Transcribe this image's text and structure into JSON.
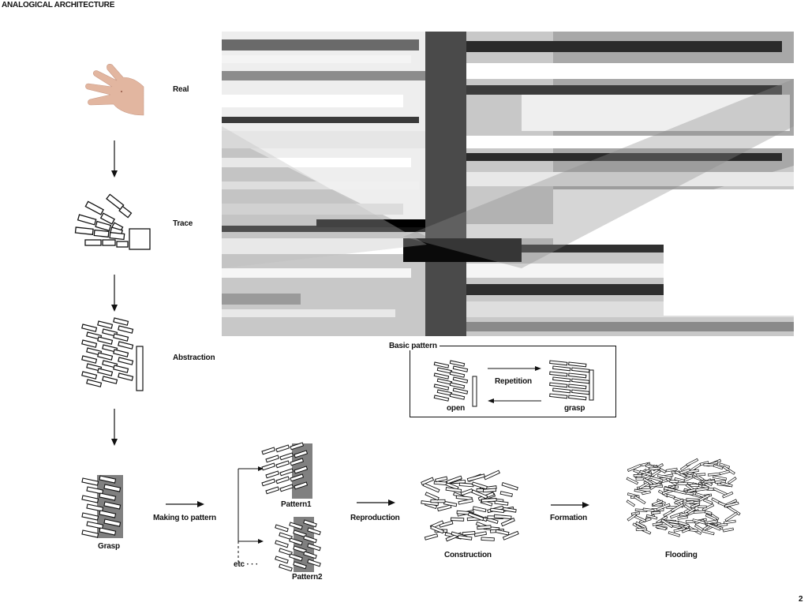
{
  "header": {
    "title": "ANALOGICAL ARCHITECTURE",
    "page_number": "2"
  },
  "stages": {
    "real": "Real",
    "trace": "Trace",
    "abstraction": "Abstraction"
  },
  "basic_pattern": {
    "title": "Basic pattern",
    "repetition": "Repetition",
    "open": "open",
    "grasp": "grasp"
  },
  "process": {
    "grasp": "Grasp",
    "making_to_pattern": "Making to pattern",
    "pattern1": "Pattern1",
    "pattern2": "Pattern2",
    "etc": "etc",
    "reproduction": "Reproduction",
    "construction": "Construction",
    "formation": "Formation",
    "flooding": "Flooding"
  },
  "colors": {
    "ink": "#111111",
    "skin": "#e2b6a0",
    "grey_block": "#808080"
  }
}
